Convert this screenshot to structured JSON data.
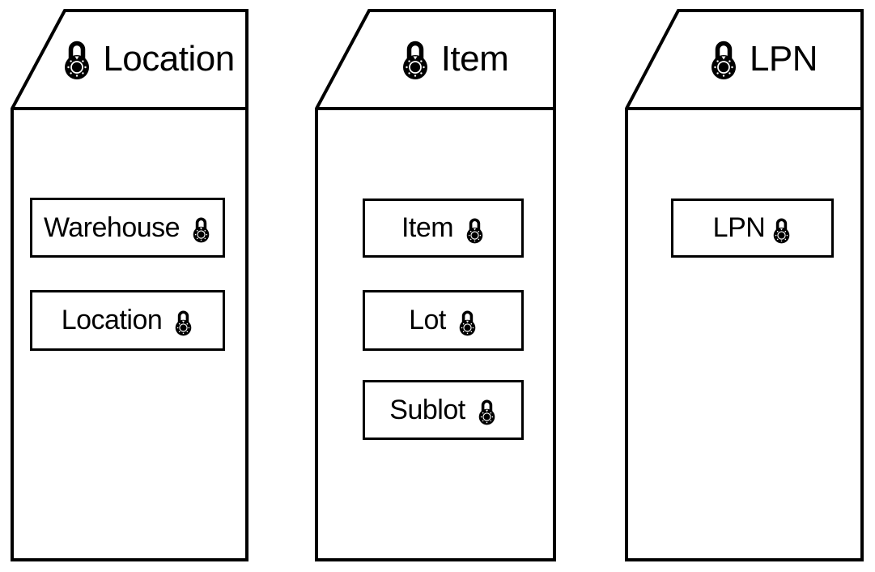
{
  "colors": {
    "line": "#000000",
    "background": "#ffffff"
  },
  "icons": {
    "lock": "combination-padlock-icon"
  },
  "diagram": {
    "panels": [
      {
        "title": "Location",
        "entities": [
          "Warehouse",
          "Location"
        ]
      },
      {
        "title": "Item",
        "entities": [
          "Item",
          "Lot",
          "Sublot"
        ]
      },
      {
        "title": "LPN",
        "entities": [
          "LPN"
        ]
      }
    ]
  }
}
